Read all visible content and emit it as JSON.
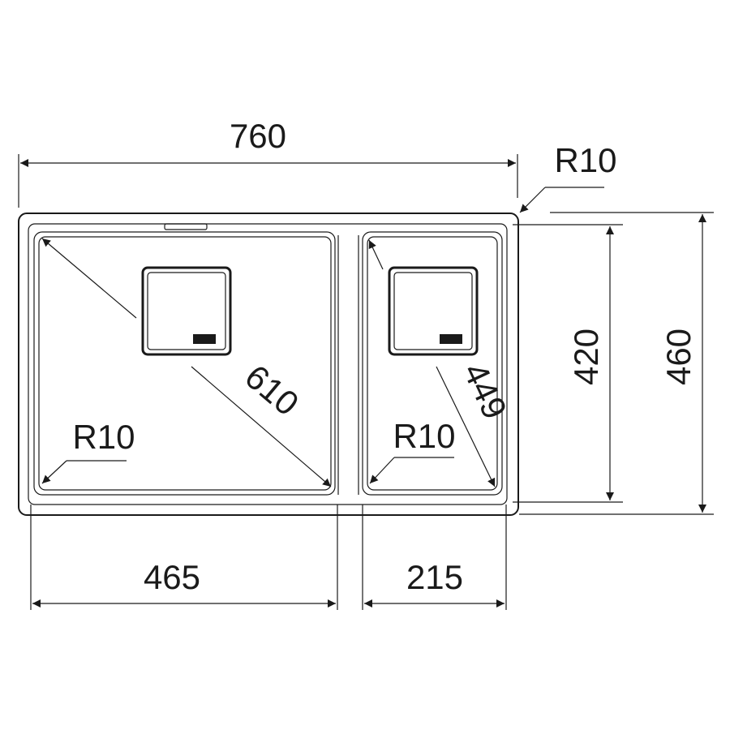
{
  "dimensions": {
    "overall_width": "760",
    "overall_depth": "460",
    "bowl_depth": "420",
    "left_bowl_width": "465",
    "right_bowl_width": "215",
    "left_bowl_diagonal": "610",
    "right_bowl_diagonal": "449",
    "outer_corner_radius": "R10",
    "left_bowl_corner_radius": "R10",
    "right_bowl_corner_radius": "R10"
  },
  "colors": {
    "line": "#1a1a1a",
    "background": "#ffffff"
  }
}
